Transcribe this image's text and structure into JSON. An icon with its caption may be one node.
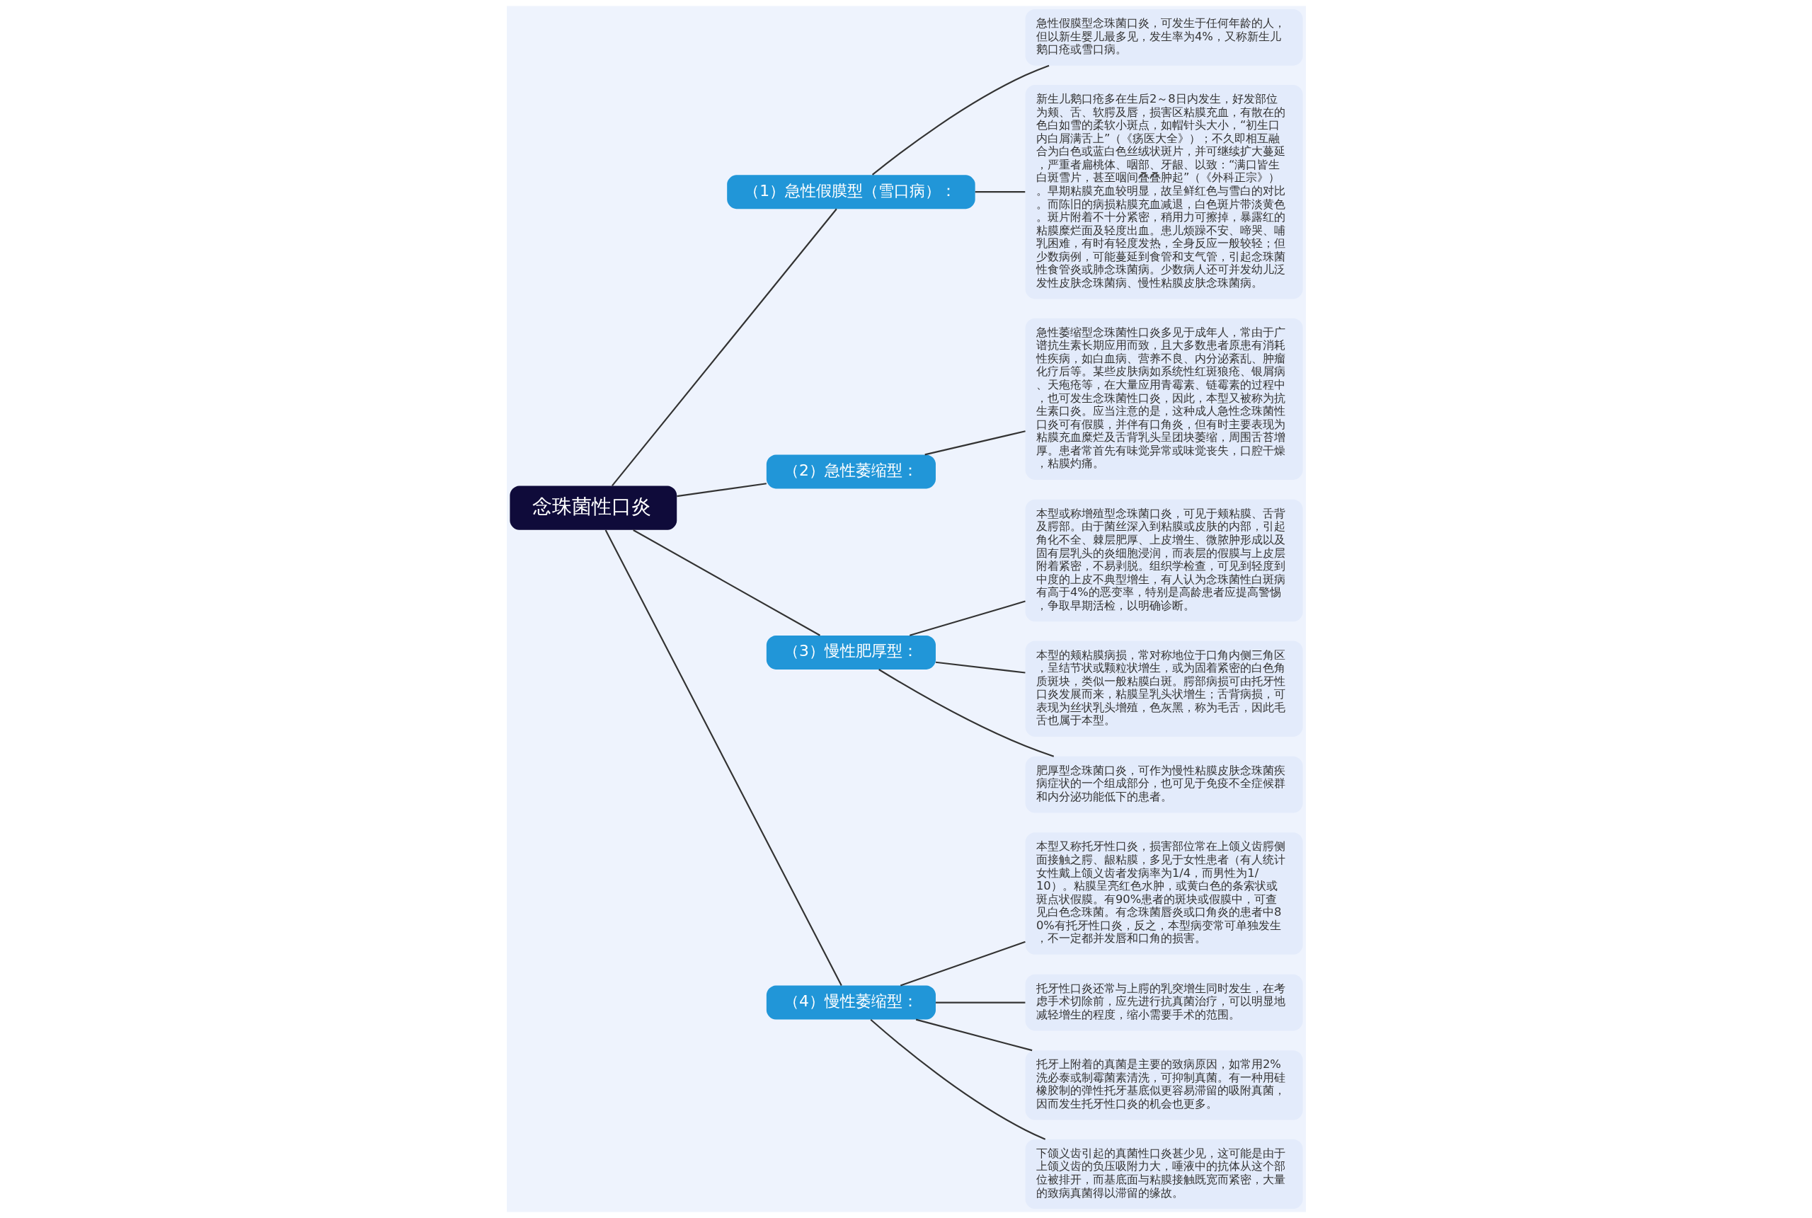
{
  "diagram": {
    "nodes": [
      {
        "text": [
          "念珠菌性口炎"
        ]
      },
      {
        "text": [
          "（1）急性假膜型（雪口病）："
        ]
      },
      {
        "text": [
          "急性假膜型念珠菌口炎，可发生于任何年龄的人，但以新生婴儿最多见，发生率为4%，又称新生儿鹅口疮或雪口病。"
        ]
      },
      {
        "text": [
          "新生儿鹅口疮多在生后2～8日内发生，好发部位为颊、舌、软腭及唇，损害区粘膜充血，有散在的色白如雪的柔软小斑点，如帽针头大小，“初生口内白屑满舌上”（《疡医大全》）；不久即相互融合为白色或蓝白色丝绒状斑片，并可继续扩大蔓延，严重者扁桃体、咽部、牙龈、以致：“满口皆生白斑雪片，甚至咽间叠叠肿起”（《外科正宗》）。早期粘膜充血较明显，故呈鲜红色与雪白的对比。而陈旧的病损粘膜充血减退，白色斑片带淡黄色。斑片附着不十分紧密，稍用力可擦掉，暴露红的粘膜糜烂面及轻度出血。患儿烦躁不安、啼哭、哺乳困难，有时有轻度发热，全身反应一般较轻；但少数病例，可能蔓延到食管和支气管，引起念珠菌性食管炎或肺念珠菌病。少数病人还可并发幼儿泛发性皮肤念珠菌病、慢性粘膜皮肤念珠菌病。"
        ]
      },
      {
        "text": [
          "（2）急性萎缩型："
        ]
      },
      {
        "text": [
          "急性萎缩型念珠菌性口炎多见于成年人，常由于广谱抗生素长期应用而致，且大多数患者原患有消耗性疾病，如白血病、营养不良、内分泌紊乱、肿瘤化疗后等。某些皮肤病如系统性红斑狼疮、银屑病、天疱疮等，在大量应用青霉素、链霉素的过程中，也可发生念珠菌性口炎，因此，本型又被称为抗生素口炎。应当注意的是，这种成人急性念珠菌性口炎可有假膜，并伴有口角炎，但有时主要表现为粘膜充血糜烂及舌背乳头呈团块萎缩，周围舌苔增厚。患者常首先有味觉异常或味觉丧失，口腔干燥，粘膜灼痛。"
        ]
      },
      {
        "text": [
          "（3）慢性肥厚型："
        ]
      },
      {
        "text": [
          "本型或称增殖型念珠菌口炎，可见于颊粘膜、舌背及腭部。由于菌丝深入到粘膜或皮肤的内部，引起角化不全、棘层肥厚、上皮增生、微脓肿形成以及固有层乳头的炎细胞浸润，而表层的假膜与上皮层附着紧密，不易剥脱。组织学检查，可见到轻度到中度的上皮不典型增生，有人认为念珠菌性白斑病有高于4%的恶变率，特别是高龄患者应提高警惕，争取早期活检，以明确诊断。"
        ]
      },
      {
        "text": [
          "本型的颊粘膜病损，常对称地位于口角内侧三角区，呈结节状或颗粒状增生，或为固着紧密的白色角质斑块，类似一般粘膜白斑。腭部病损可由托牙性口炎发展而来，粘膜呈乳头状增生；舌背病损，可表现为丝状乳头增殖，色灰黑，称为毛舌，因此毛舌也属于本型。"
        ]
      },
      {
        "text": [
          "肥厚型念珠菌口炎，可作为慢性粘膜皮肤念珠菌疾病症状的一个组成部分，也可见于免疫不全症候群和内分泌功能低下的患者。"
        ]
      },
      {
        "text": [
          "（4）慢性萎缩型："
        ]
      },
      {
        "text": [
          "本型又称托牙性口炎，损害部位常在上颌义齿腭侧面接触之腭、龈粘膜，多见于女性患者（有人统计女性戴上颌义齿者发病率为1/4，而男性为1/10）。粘膜呈亮红色水肿，或黄白色的条索状或斑点状假膜。有90%患者的斑块或假膜中，可查见白色念珠菌。有念珠菌唇炎或口角炎的患者中80%有托牙性口炎，反之，本型病变常可单独发生，不一定都并发唇和口角的损害。"
        ]
      },
      {
        "text": [
          "托牙性口炎还常与上腭的乳突增生同时发生，在考虑手术切除前，应先进行抗真菌治疗，可以明显地减轻增生的程度，缩小需要手术的范围。"
        ]
      },
      {
        "text": [
          "托牙上附着的真菌是主要的致病原因，如常用2%洗必泰或制霉菌素清洗，可抑制真菌。有一种用硅橡胶制的弹性托牙基底似更容易滞留的吸附真菌，因而发生托牙性口炎的机会也更多。"
        ]
      },
      {
        "text": [
          "下颌义齿引起的真菌性口炎甚少见，这可能是由于上颌义齿的负压吸附力大，唾液中的抗体从这个部位被排开，而基底面与粘膜接触既宽而紧密，大量的致病真菌得以滞留的缘故。"
        ]
      }
    ],
    "edges": [
      {
        "from": 0,
        "to": 1,
        "arrow": "none"
      },
      {
        "from": 1,
        "to": 2,
        "arrow": "none"
      },
      {
        "from": 1,
        "to": 3,
        "arrow": "none"
      },
      {
        "from": 0,
        "to": 4,
        "arrow": "none"
      },
      {
        "from": 4,
        "to": 5,
        "arrow": "none"
      },
      {
        "from": 0,
        "to": 6,
        "arrow": "none"
      },
      {
        "from": 6,
        "to": 7,
        "arrow": "none"
      },
      {
        "from": 6,
        "to": 8,
        "arrow": "none"
      },
      {
        "from": 6,
        "to": 9,
        "arrow": "none"
      },
      {
        "from": 0,
        "to": 10,
        "arrow": "none"
      },
      {
        "from": 10,
        "to": 11,
        "arrow": "none"
      },
      {
        "from": 10,
        "to": 12,
        "arrow": "none"
      },
      {
        "from": 10,
        "to": 13,
        "arrow": "none"
      },
      {
        "from": 10,
        "to": 14,
        "arrow": "none"
      }
    ]
  }
}
